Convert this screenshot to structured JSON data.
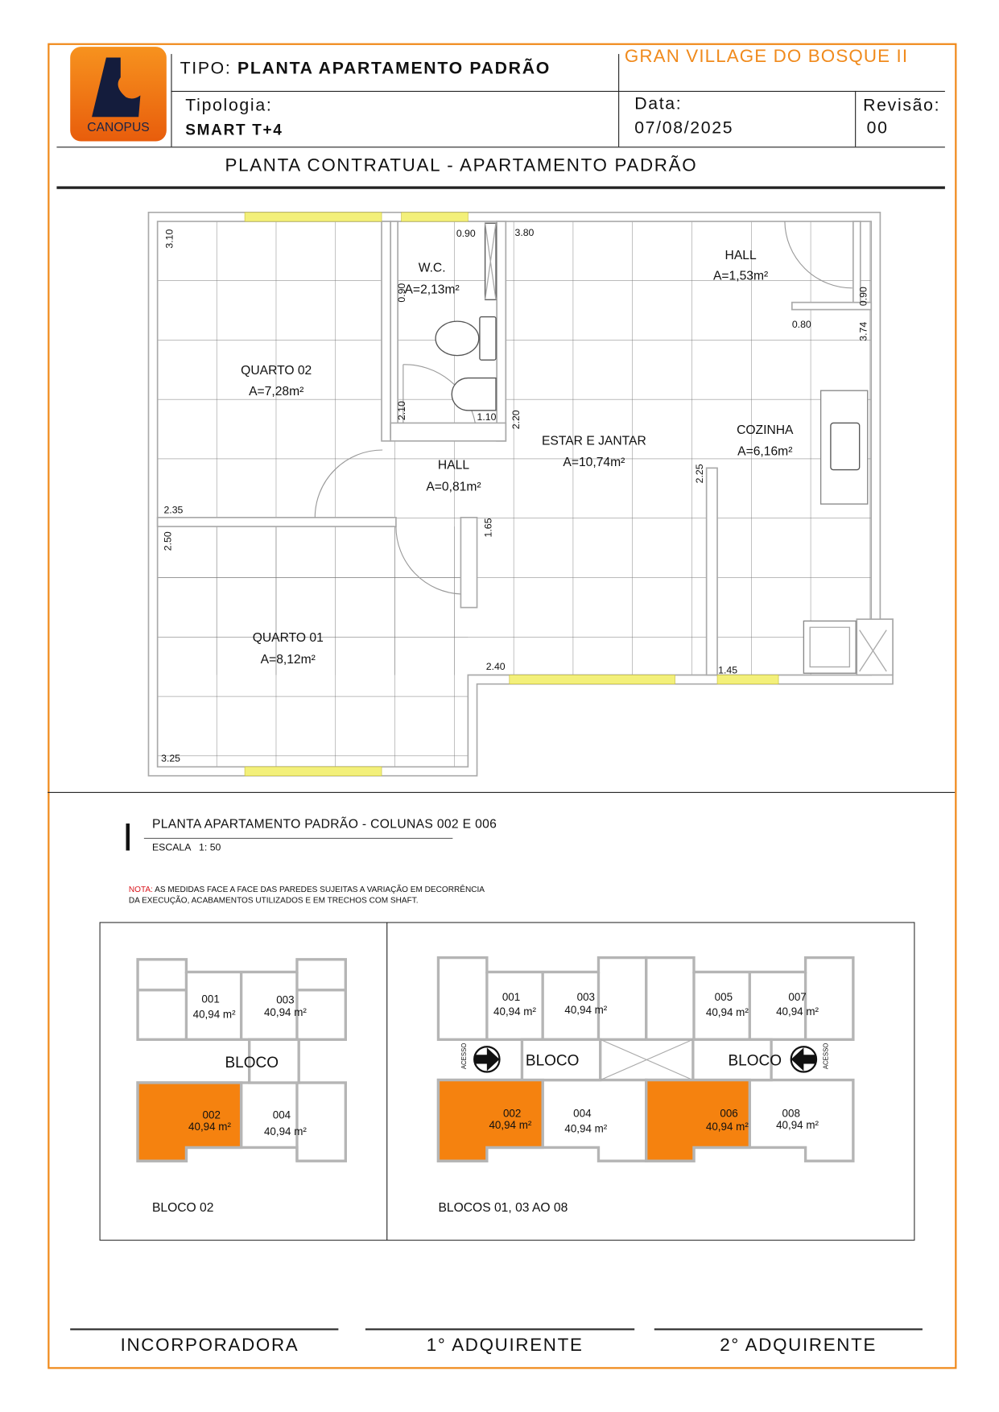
{
  "header": {
    "logo_text": "CANOPUS",
    "tipo_label": "TIPO:",
    "tipo_value": "PLANTA APARTAMENTO PADRÃO",
    "project": "GRAN VILLAGE  DO BOSQUE II",
    "tipologia_label": "Tipologia:",
    "tipologia_value": "SMART T+4",
    "data_label": "Data:",
    "data_value": "07/08/2025",
    "revisao_label": "Revisão:",
    "revisao_value": "00",
    "subtitle": "PLANTA CONTRATUAL - APARTAMENTO PADRÃO"
  },
  "plan": {
    "rooms": [
      {
        "name": "QUARTO 02",
        "area": "A=7,28m²"
      },
      {
        "name": "W.C.",
        "area": "A=2,13m²"
      },
      {
        "name": "HALL",
        "area": "A=1,53m²"
      },
      {
        "name": "ESTAR E JANTAR",
        "area": "A=10,74m²"
      },
      {
        "name": "COZINHA",
        "area": "A=6,16m²"
      },
      {
        "name": "HALL",
        "area": "A=0,81m²"
      },
      {
        "name": "QUARTO 01",
        "area": "A=8,12m²"
      }
    ],
    "dims": [
      "3.10",
      "0.90",
      "3.80",
      "0.90",
      "2.10",
      "1.10",
      "2.20",
      "0.80",
      "0.90",
      "3.74",
      "2.25",
      "2.35",
      "2.50",
      "1.65",
      "2.40",
      "1.45",
      "3.25"
    ]
  },
  "caption": {
    "title": "PLANTA APARTAMENTO PADRÃO - COLUNAS 002 E 006",
    "scale": "ESCALA   1: 50",
    "nota_label": "NOTA:",
    "nota_line1": "AS MEDIDAS FACE A FACE DAS PAREDES SUJEITAS A VARIAÇÃO EM DECORRÊNCIA",
    "nota_line2": "DA EXECUÇÃO, ACABAMENTOS UTILIZADOS E EM TRECHOS COM SHAFT."
  },
  "blocks": {
    "left_title": "BLOCO 02",
    "right_title": "BLOCOS 01, 03 AO 08",
    "core_label": "BLOCO",
    "access_label": "ACESSO",
    "unit_area": "40,94 m²",
    "units_left": [
      "001",
      "003",
      "002",
      "004"
    ],
    "units_right": [
      "001",
      "003",
      "005",
      "007",
      "002",
      "004",
      "006",
      "008"
    ],
    "highlight_color": "#f5820f"
  },
  "signatures": [
    "INCORPORADORA",
    "1° ADQUIRENTE",
    "2° ADQUIRENTE"
  ],
  "colors": {
    "frame": "#f08a1c",
    "project": "#f08a1c",
    "window": "#f3f07a",
    "nota": "#d9141b"
  }
}
